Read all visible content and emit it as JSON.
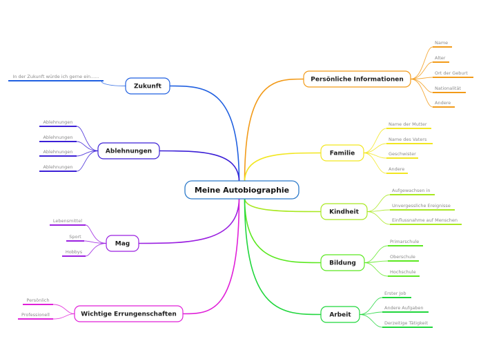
{
  "center": {
    "label": "Meine Autobiographie",
    "color": "#2a79c9"
  },
  "branches": [
    {
      "id": "zukunft",
      "label": "Zukunft",
      "color": "#1f5fe0",
      "children": [
        "In der Zukunft würde ich gerne ein......"
      ]
    },
    {
      "id": "ablehnungen",
      "label": "Ablehnungen",
      "color": "#3b1fd6",
      "children": [
        "Ablehnungen",
        "Ablehnungen",
        "Ablehnungen",
        "Ablehnungen"
      ]
    },
    {
      "id": "mag",
      "label": "Mag",
      "color": "#9a1fe0",
      "children": [
        "Lebensmittel",
        "Sport",
        "Hobbys"
      ]
    },
    {
      "id": "errungenschaften",
      "label": "Wichtige Errungenschaften",
      "color": "#e01fd8",
      "children": [
        "Persönlich",
        "Professionell"
      ]
    },
    {
      "id": "persoenlich",
      "label": "Persönliche Informationen",
      "color": "#f29a18",
      "children": [
        "Name",
        "Alter",
        "Ort der Geburt",
        "Nationalität",
        "Andere"
      ]
    },
    {
      "id": "familie",
      "label": "Familie",
      "color": "#f2e61f",
      "children": [
        "Name der Mutter",
        "Name des Vaters",
        "Geschwister",
        "Andere"
      ]
    },
    {
      "id": "kindheit",
      "label": "Kindheit",
      "color": "#a8e81f",
      "children": [
        "Aufgewachsen in",
        "Unvergessliche Ereignisse",
        "Einflussnahme auf Menschen"
      ]
    },
    {
      "id": "bildung",
      "label": "Bildung",
      "color": "#5ae81f",
      "children": [
        "Primarschule",
        "Oberschule",
        "Hochschule"
      ]
    },
    {
      "id": "arbeit",
      "label": "Arbeit",
      "color": "#1fd63b",
      "children": [
        "Erster Job",
        "Andere Aufgaben",
        "Derzeitige Tätigkeit"
      ]
    }
  ]
}
